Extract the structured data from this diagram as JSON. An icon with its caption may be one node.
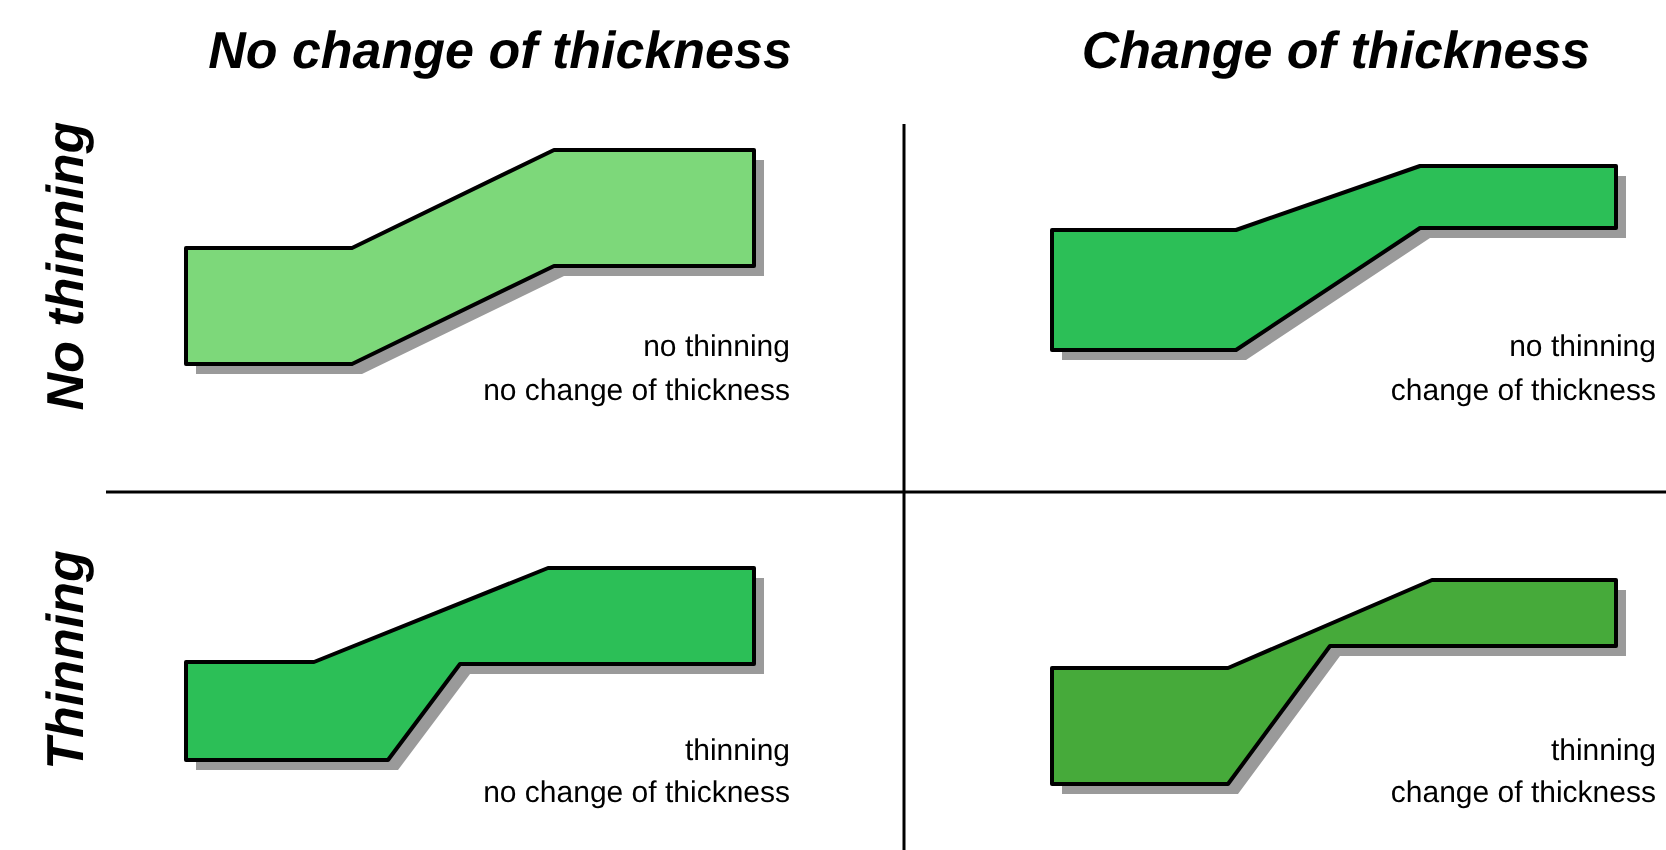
{
  "diagram": {
    "labels": [
      "No change of thickness",
      "Change of thickness",
      "No thinning",
      "no thinning",
      "no change of thickness",
      "no thinning",
      "change of thickness",
      "Thinning",
      "thinning",
      "no change of thickness",
      "thinning",
      "change of thickness"
    ]
  }
}
